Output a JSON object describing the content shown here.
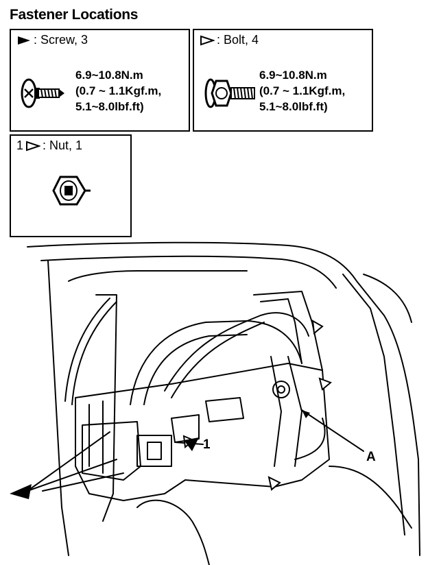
{
  "title": "Fastener Locations",
  "fasteners": [
    {
      "key": "screw",
      "symbol": "filled-triangle-icon",
      "label": ": Screw, 3",
      "torque": [
        "6.9~10.8N.m",
        "(0.7 ~ 1.1Kgf.m,",
        "5.1~8.0lbf.ft)"
      ]
    },
    {
      "key": "bolt",
      "symbol": "open-triangle-icon",
      "label": ": Bolt, 4",
      "torque": [
        "6.9~10.8N.m",
        "(0.7 ~ 1.1Kgf.m,",
        "5.1~8.0lbf.ft)"
      ]
    },
    {
      "key": "nut",
      "symbol": "open-triangle-icon",
      "prefix": "1",
      "label": ": Nut, 1"
    }
  ],
  "callouts": {
    "part_1": "1",
    "part_a": "A"
  }
}
